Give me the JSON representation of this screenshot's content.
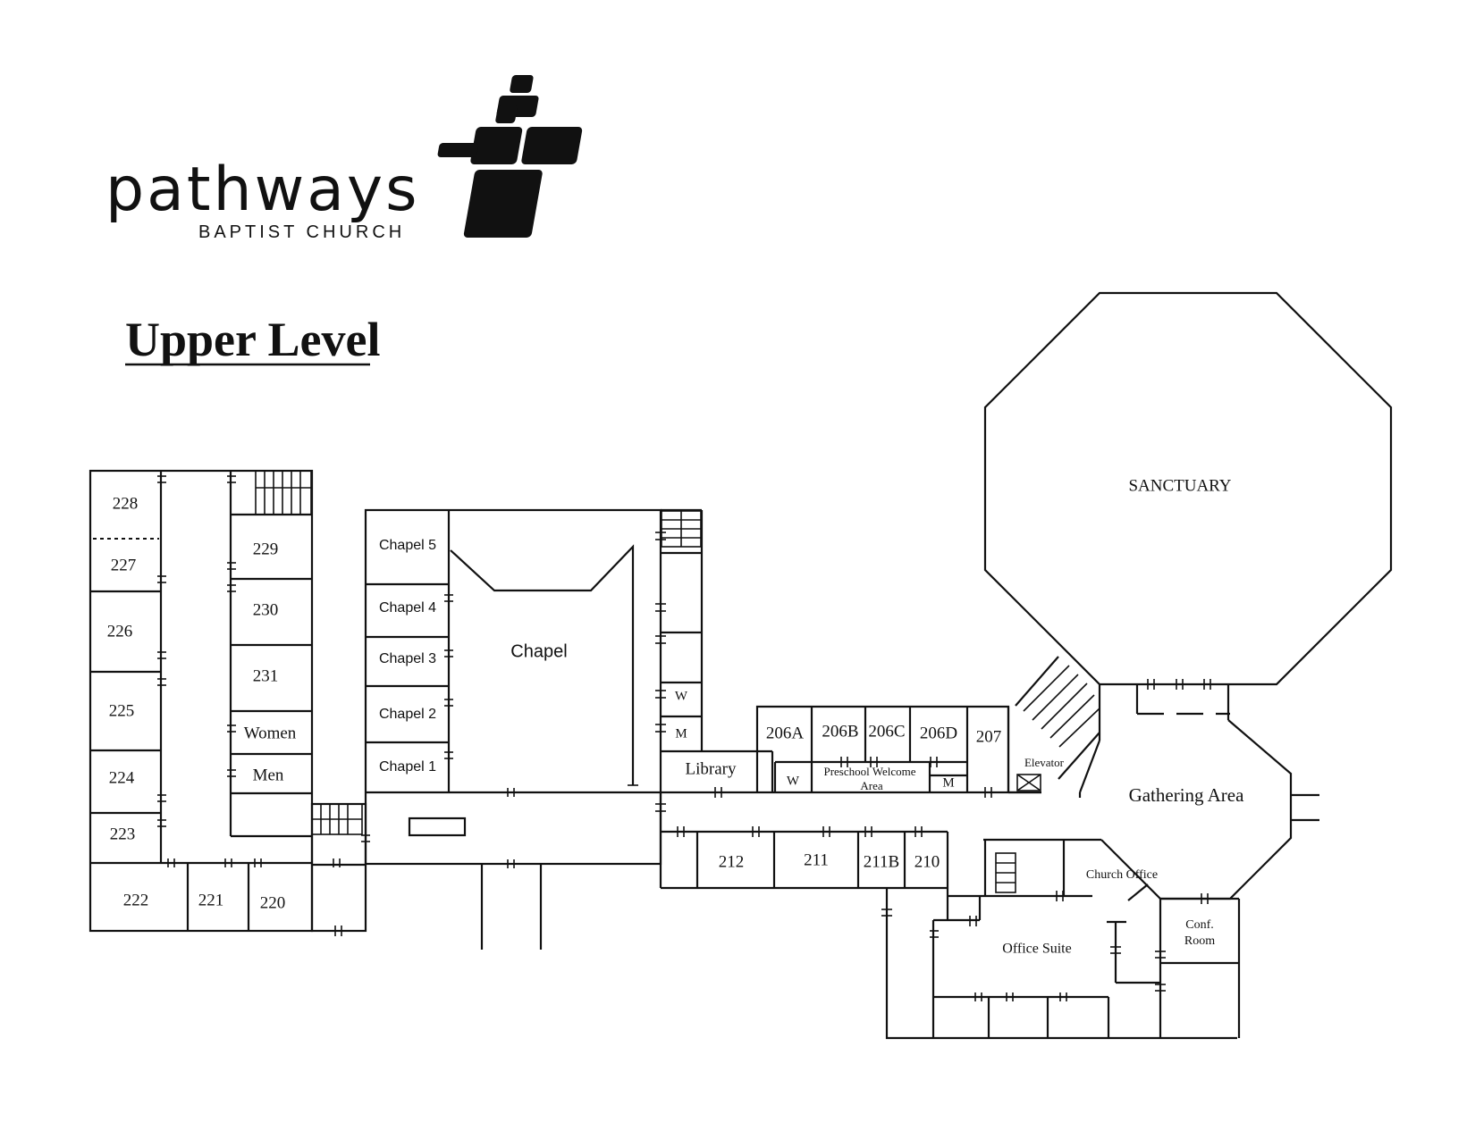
{
  "logo": {
    "wordmark": "pathways",
    "subtitle": "BAPTIST CHURCH"
  },
  "title": "Upper Level",
  "rooms": {
    "r228": "228",
    "r227": "227",
    "r226": "226",
    "r225": "225",
    "r224": "224",
    "r223": "223",
    "r222": "222",
    "r221": "221",
    "r220": "220",
    "r229": "229",
    "r230": "230",
    "r231": "231",
    "women": "Women",
    "men": "Men",
    "chapel5": "Chapel 5",
    "chapel4": "Chapel 4",
    "chapel3": "Chapel 3",
    "chapel2": "Chapel 2",
    "chapel1": "Chapel 1",
    "chapel": "Chapel",
    "w1": "W",
    "m1": "M",
    "library": "Library",
    "r206a": "206A",
    "r206b": "206B",
    "r206c": "206C",
    "r206d": "206D",
    "r207": "207",
    "w2": "W",
    "preschool1": "Preschool Welcome",
    "preschool2": "Area",
    "m2": "M",
    "elevator": "Elevator",
    "r212": "212",
    "r211": "211",
    "r211b": "211B",
    "r210": "210",
    "sanctuary": "SANCTUARY",
    "gathering": "Gathering Area",
    "church_office": "Church Office",
    "office_suite": "Office Suite",
    "conf1": "Conf.",
    "conf2": "Room"
  }
}
